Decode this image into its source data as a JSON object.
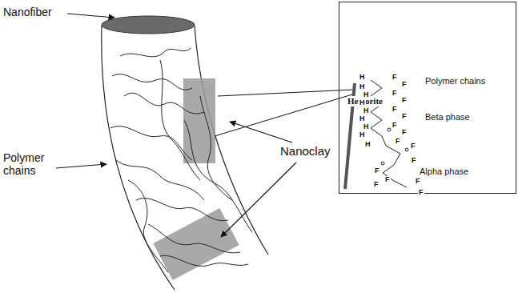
{
  "diagram": {
    "nodes": [
      {
        "text": [
          "Hectorite",
          "Polymer chains",
          "Beta phase",
          "Alpha phase"
        ]
      }
    ],
    "labels": [
      "Nanofiber",
      "Polymer chains",
      "Nanoclay",
      "H",
      "H",
      "H",
      "H",
      "H",
      "H",
      "H",
      "H",
      "H",
      "F",
      "F",
      "F",
      "F",
      "F",
      "F",
      "F",
      "F",
      "F",
      "F",
      "F",
      "F",
      "F",
      "F",
      "F",
      "F"
    ]
  }
}
